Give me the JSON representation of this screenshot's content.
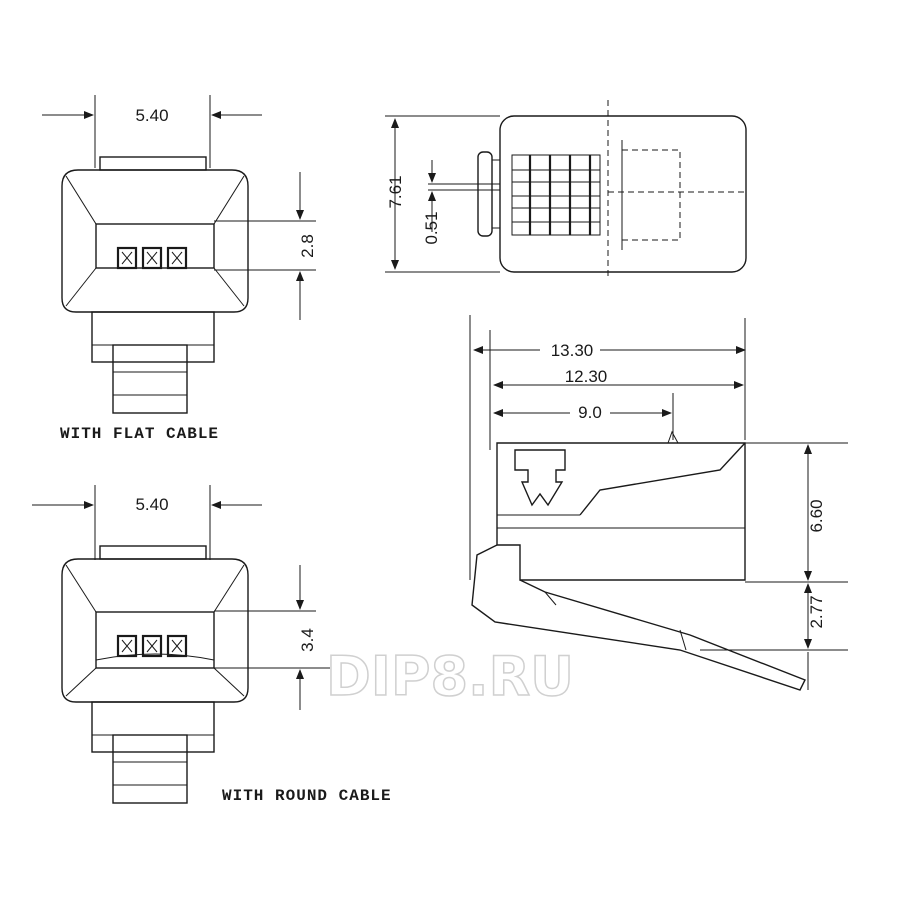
{
  "front_flat": {
    "width_label": "5.40",
    "height_label": "2.8",
    "caption": "WITH FLAT CABLE"
  },
  "front_round": {
    "width_label": "5.40",
    "height_label": "3.4",
    "caption": "WITH ROUND CABLE"
  },
  "top_view": {
    "height_label": "7.61",
    "pitch_label": "0.51"
  },
  "side_view": {
    "overall_length_label": "13.30",
    "body_length_label": "12.30",
    "contact_length_label": "9.0",
    "body_height_label": "6.60",
    "latch_height_label": "2.77"
  },
  "watermark": "DIP8.RU"
}
